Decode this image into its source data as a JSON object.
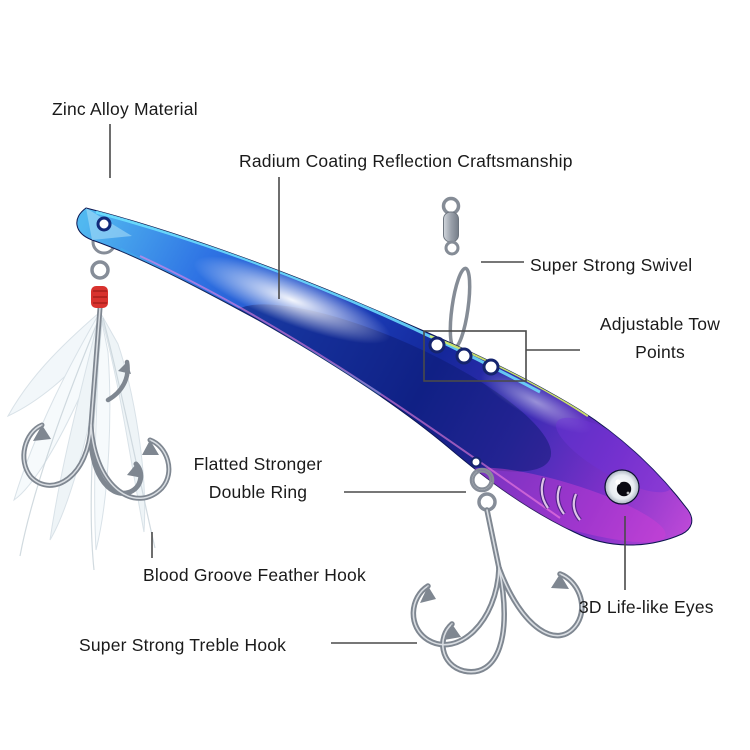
{
  "annotations": {
    "zinc_alloy": "Zinc Alloy Material",
    "radium_coating": "Radium Coating Reflection Craftsmanship",
    "swivel": "Super Strong Swivel",
    "tow_points": "Adjustable Tow\nPoints",
    "double_ring": "Flatted Stronger\nDouble Ring",
    "feather_hook": "Blood Groove Feather Hook",
    "treble_hook": "Super Strong Treble Hook",
    "eyes": "3D Life-like Eyes"
  },
  "colors": {
    "ink": "#1a1a1a",
    "line": "#4a4a4a",
    "body_cyan": "#51b8f0",
    "body_blue": "#1d43c0",
    "body_navy": "#14279a",
    "body_purple": "#7a30c8",
    "body_magenta": "#c04ad8",
    "metal": "#8f96a0",
    "thread_red": "#d8322e"
  }
}
